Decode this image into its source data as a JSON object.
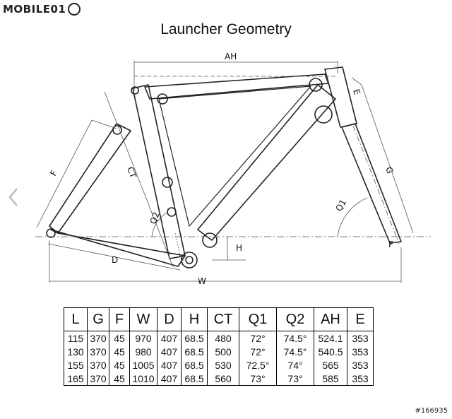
{
  "header": {
    "logo_text": "MOBILE01",
    "title": "Launcher Geometry"
  },
  "diagram": {
    "labels": {
      "ah": "AH",
      "e": "E",
      "ct": "CT",
      "g": "G",
      "q1": "Q1",
      "q2": "Q2",
      "h": "H",
      "d": "D",
      "w": "W",
      "f": "F"
    }
  },
  "table": {
    "headers": [
      "L",
      "G",
      "F",
      "W",
      "D",
      "H",
      "CT",
      "Q1",
      "Q2",
      "AH",
      "E"
    ],
    "rows": [
      [
        "115",
        "370",
        "45",
        "970",
        "407",
        "68.5",
        "480",
        "72°",
        "74.5°",
        "524.1",
        "353"
      ],
      [
        "130",
        "370",
        "45",
        "980",
        "407",
        "68.5",
        "500",
        "72°",
        "74.5°",
        "540.5",
        "353"
      ],
      [
        "155",
        "370",
        "45",
        "1005",
        "407",
        "68.5",
        "530",
        "72.5°",
        "74°",
        "565",
        "353"
      ],
      [
        "165",
        "370",
        "45",
        "1010",
        "407",
        "68.5",
        "560",
        "73°",
        "73°",
        "585",
        "353"
      ]
    ]
  },
  "footer": {
    "watermark": "#166935"
  },
  "icons": {
    "nav_left": "chevron-left-icon"
  }
}
